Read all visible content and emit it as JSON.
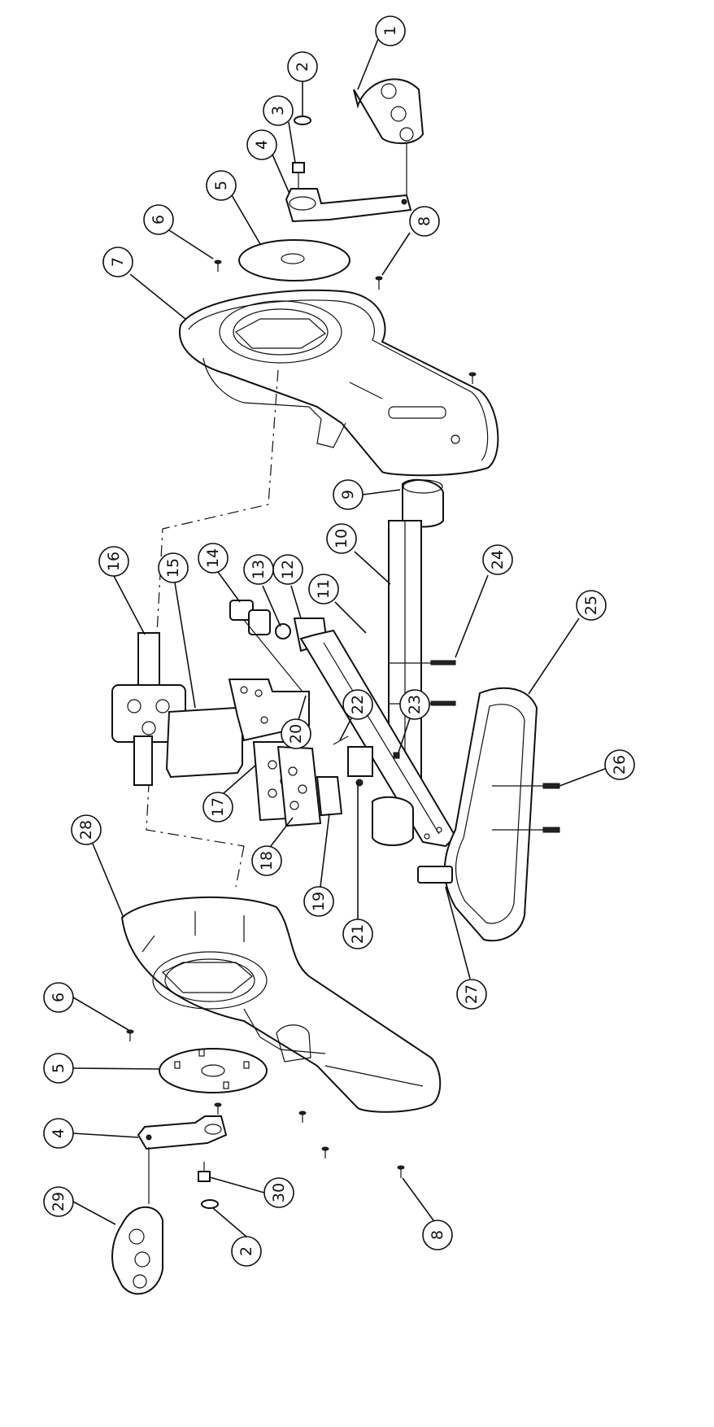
{
  "callouts": [
    {
      "id": "c1",
      "label": "1"
    },
    {
      "id": "c2a",
      "label": "2"
    },
    {
      "id": "c3",
      "label": "3"
    },
    {
      "id": "c4a",
      "label": "4"
    },
    {
      "id": "c5a",
      "label": "5"
    },
    {
      "id": "c6a",
      "label": "6"
    },
    {
      "id": "c7",
      "label": "7"
    },
    {
      "id": "c8a",
      "label": "8"
    },
    {
      "id": "c9",
      "label": "9"
    },
    {
      "id": "c10",
      "label": "10"
    },
    {
      "id": "c11",
      "label": "11"
    },
    {
      "id": "c12",
      "label": "12"
    },
    {
      "id": "c13",
      "label": "13"
    },
    {
      "id": "c14",
      "label": "14"
    },
    {
      "id": "c15",
      "label": "15"
    },
    {
      "id": "c16",
      "label": "16"
    },
    {
      "id": "c17",
      "label": "17"
    },
    {
      "id": "c18",
      "label": "18"
    },
    {
      "id": "c19",
      "label": "19"
    },
    {
      "id": "c20",
      "label": "20"
    },
    {
      "id": "c21",
      "label": "21"
    },
    {
      "id": "c22",
      "label": "22"
    },
    {
      "id": "c23",
      "label": "23"
    },
    {
      "id": "c24",
      "label": "24"
    },
    {
      "id": "c25",
      "label": "25"
    },
    {
      "id": "c26",
      "label": "26"
    },
    {
      "id": "c27",
      "label": "27"
    },
    {
      "id": "c28",
      "label": "28"
    },
    {
      "id": "c6b",
      "label": "6"
    },
    {
      "id": "c5b",
      "label": "5"
    },
    {
      "id": "c4b",
      "label": "4"
    },
    {
      "id": "c29",
      "label": "29"
    },
    {
      "id": "c30",
      "label": "30"
    },
    {
      "id": "c2b",
      "label": "2"
    },
    {
      "id": "c8b",
      "label": "8"
    }
  ]
}
